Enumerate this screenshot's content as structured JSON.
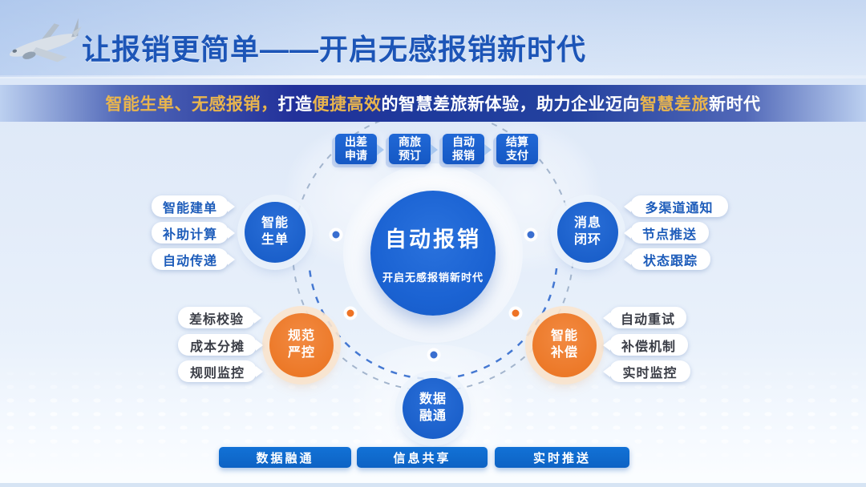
{
  "slide": {
    "title": "让报销更简单——开启无感报销新时代",
    "banner": {
      "segments": [
        {
          "text": "智能生单、无感报销，",
          "color": "#E9B54D"
        },
        {
          "text": "打造",
          "color": "#FFFFFF"
        },
        {
          "text": "便捷高效",
          "color": "#E9B54D"
        },
        {
          "text": "的智慧差旅新体验，助力企业迈向",
          "color": "#FFFFFF"
        },
        {
          "text": "智慧差旅",
          "color": "#E9B54D"
        },
        {
          "text": "新时代",
          "color": "#FFFFFF"
        }
      ]
    },
    "flow_steps": [
      {
        "line1": "出差",
        "line2": "申请"
      },
      {
        "line1": "商旅",
        "line2": "预订"
      },
      {
        "line1": "自动",
        "line2": "报销"
      },
      {
        "line1": "结算",
        "line2": "支付"
      }
    ],
    "center": {
      "title": "自动报销",
      "subtitle": "开启无感报销新时代"
    },
    "nodes": {
      "smart_order": {
        "line1": "智能",
        "line2": "生单"
      },
      "message_loop": {
        "line1": "消息",
        "line2": "闭环"
      },
      "strict_control": {
        "line1": "规范",
        "line2": "严控"
      },
      "smart_compensation": {
        "line1": "智能",
        "line2": "补偿"
      },
      "data_fusion": {
        "line1": "数据",
        "line2": "融通"
      }
    },
    "groups": {
      "smart_order_items": [
        "智能建单",
        "补助计算",
        "自动传递"
      ],
      "message_loop_items": [
        "多渠道通知",
        "节点推送",
        "状态跟踪"
      ],
      "strict_control_items": [
        "差标校验",
        "成本分摊",
        "规则监控"
      ],
      "smart_compensation_items": [
        "自动重试",
        "补偿机制",
        "实时监控"
      ]
    },
    "bottom_buttons": [
      "数据融通",
      "信息共享",
      "实时推送"
    ],
    "icons": {
      "header": "airplane-icon",
      "flow_separator": "chevron-right-icon"
    },
    "colors": {
      "primary_blue": "#1A63D2",
      "banner_deep_blue": "#1E3A9C",
      "banner_gold": "#E9B54D",
      "orange": "#EE7E2E",
      "title_blue": "#1C55B7",
      "pill_text_blue": "#1D5CBA",
      "pill_text_dark": "#3A3D46",
      "button_blue": "#0F6BD0",
      "dot_blue": "#3A6FD0",
      "dot_orange": "#EE7325"
    }
  }
}
